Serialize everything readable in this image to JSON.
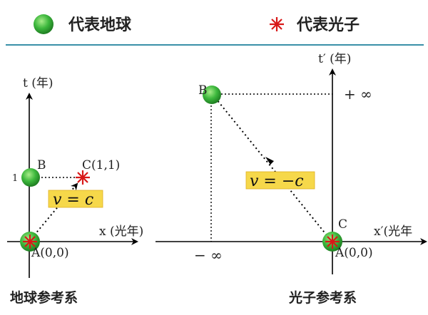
{
  "legend": {
    "earth_label": "代表地球",
    "photon_label": "代表光子",
    "earth_color": "#3db83d",
    "photon_color": "#d81818",
    "rule_color": "#3a90a8"
  },
  "earth_frame": {
    "title": "地球参考系",
    "t_axis_label": "t (年)",
    "x_axis_label": "x (光年)",
    "point_a_label": "A(0,0)",
    "point_b_label": "B",
    "point_c_label": "C(1,1)",
    "tick_one": "1",
    "velocity_label": "v = c"
  },
  "photon_frame": {
    "title": "光子参考系",
    "t_axis_label": "t′ (年)",
    "x_axis_label": "x′(光年",
    "point_a_label": "A(0,0)",
    "point_b_label": "B",
    "point_c_label": "C",
    "plus_infinity": "+ ∞",
    "minus_infinity": "− ∞",
    "velocity_label": "v = −c"
  },
  "colors": {
    "velocity_box": "#f6d84a",
    "velocity_box_edge": "#e0b020"
  }
}
